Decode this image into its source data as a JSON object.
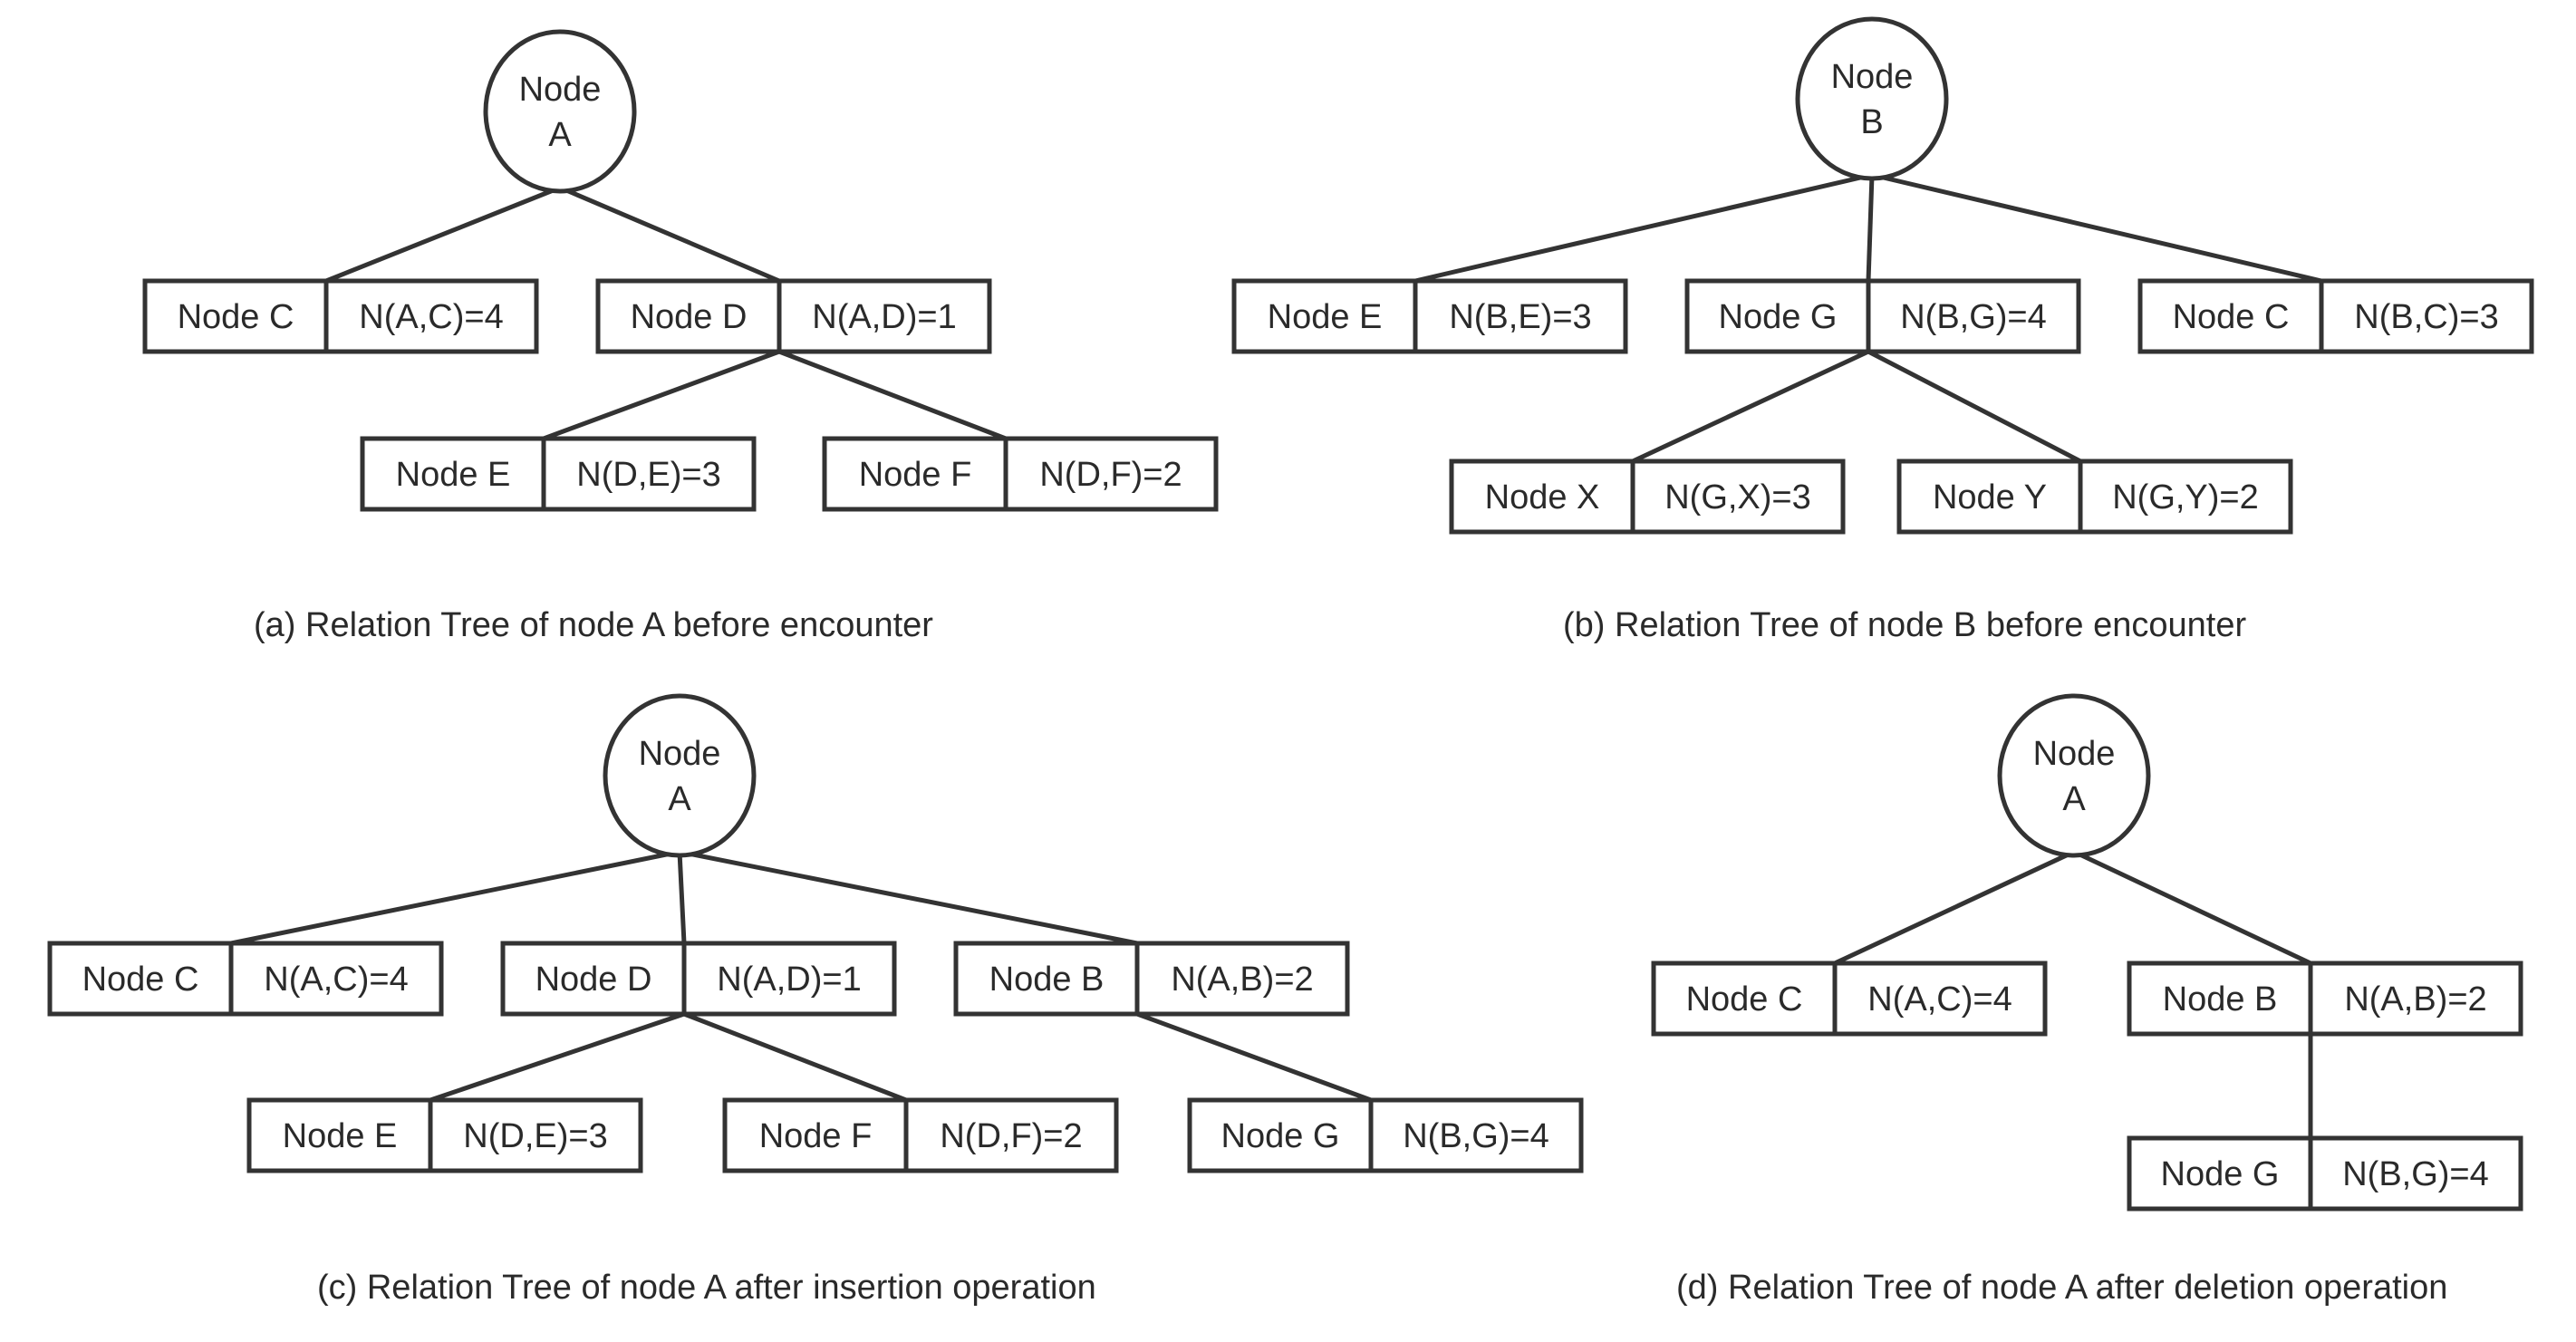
{
  "panels": [
    {
      "id": "a",
      "root_label": [
        "Node",
        "A"
      ],
      "caption": "(a) Relation Tree of node A before encounter",
      "nodes": [
        {
          "id": "a-C",
          "parent": "root",
          "name": "Node C",
          "value": "N(A,C)=4"
        },
        {
          "id": "a-D",
          "parent": "root",
          "name": "Node D",
          "value": "N(A,D)=1"
        },
        {
          "id": "a-E",
          "parent": "a-D",
          "name": "Node E",
          "value": "N(D,E)=3"
        },
        {
          "id": "a-F",
          "parent": "a-D",
          "name": "Node F",
          "value": "N(D,F)=2"
        }
      ]
    },
    {
      "id": "b",
      "root_label": [
        "Node",
        "B"
      ],
      "caption": "(b) Relation Tree of node B before encounter",
      "nodes": [
        {
          "id": "b-E",
          "parent": "root",
          "name": "Node E",
          "value": "N(B,E)=3"
        },
        {
          "id": "b-G",
          "parent": "root",
          "name": "Node G",
          "value": "N(B,G)=4"
        },
        {
          "id": "b-C",
          "parent": "root",
          "name": "Node C",
          "value": "N(B,C)=3"
        },
        {
          "id": "b-X",
          "parent": "b-G",
          "name": "Node X",
          "value": "N(G,X)=3"
        },
        {
          "id": "b-Y",
          "parent": "b-G",
          "name": "Node Y",
          "value": "N(G,Y)=2"
        }
      ]
    },
    {
      "id": "c",
      "root_label": [
        "Node",
        "A"
      ],
      "caption": "(c) Relation Tree of node A after insertion operation",
      "nodes": [
        {
          "id": "c-C",
          "parent": "root",
          "name": "Node C",
          "value": "N(A,C)=4"
        },
        {
          "id": "c-D",
          "parent": "root",
          "name": "Node D",
          "value": "N(A,D)=1"
        },
        {
          "id": "c-B",
          "parent": "root",
          "name": "Node B",
          "value": "N(A,B)=2"
        },
        {
          "id": "c-E",
          "parent": "c-D",
          "name": "Node E",
          "value": "N(D,E)=3"
        },
        {
          "id": "c-F",
          "parent": "c-D",
          "name": "Node F",
          "value": "N(D,F)=2"
        },
        {
          "id": "c-G",
          "parent": "c-B",
          "name": "Node G",
          "value": "N(B,G)=4"
        }
      ]
    },
    {
      "id": "d",
      "root_label": [
        "Node",
        "A"
      ],
      "caption": "(d) Relation Tree of node A after deletion operation",
      "nodes": [
        {
          "id": "d-C",
          "parent": "root",
          "name": "Node C",
          "value": "N(A,C)=4"
        },
        {
          "id": "d-B",
          "parent": "root",
          "name": "Node B",
          "value": "N(A,B)=2"
        },
        {
          "id": "d-G",
          "parent": "d-B",
          "name": "Node G",
          "value": "N(B,G)=4"
        }
      ]
    }
  ]
}
